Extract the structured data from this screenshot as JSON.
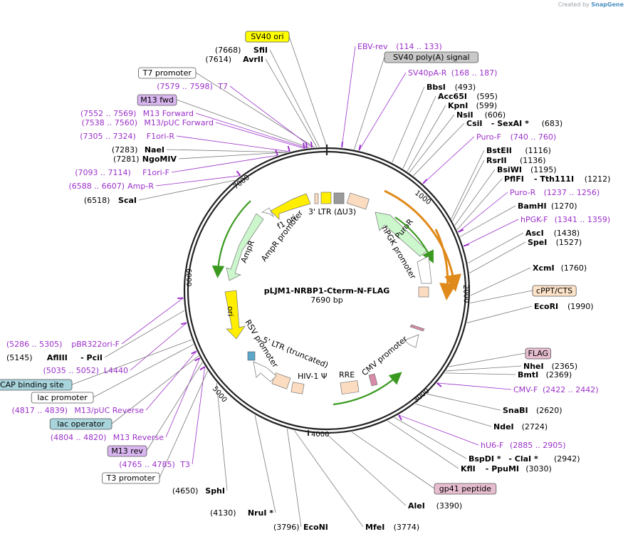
{
  "credit": {
    "prefix": "Created by",
    "brand": "SnapGene"
  },
  "plasmid": {
    "name": "pLJM1-NRBP1-Cterm-N-FLAG",
    "length_label": "7690 bp",
    "length": 7690
  },
  "ticks": [
    "1000",
    "2000",
    "3000",
    "4000",
    "5000",
    "6000",
    "7000"
  ],
  "colors": {
    "primer": "#9b30c9",
    "site": "#000000",
    "backbone": "#222222"
  },
  "labels_right": [
    {
      "kind": "primer",
      "range": "(114 .. 133)",
      "name": "EBV-rev",
      "order": "name-first"
    },
    {
      "kind": "box",
      "name": "SV40 poly(A) signal",
      "fill": "#c8c8c8"
    },
    {
      "kind": "primer",
      "range": "(168 .. 187)",
      "name": "SV40pA-R",
      "order": "name-first"
    },
    {
      "kind": "site",
      "name": "BbsI",
      "pos": "(493)"
    },
    {
      "kind": "site",
      "name": "Acc65I",
      "pos": "(595)"
    },
    {
      "kind": "site",
      "name": "KpnI",
      "pos": "(599)"
    },
    {
      "kind": "site",
      "name": "NsiI",
      "pos": "(606)"
    },
    {
      "kind": "site2",
      "name": "CsiI",
      "name2": "SexAI *",
      "pos": "(683)"
    },
    {
      "kind": "primer",
      "name": "Puro-F",
      "range": "(740 .. 760)",
      "order": "name-first"
    },
    {
      "kind": "site",
      "name": "BstEII",
      "pos": "(1116)"
    },
    {
      "kind": "site",
      "name": "RsrII",
      "pos": "(1136)"
    },
    {
      "kind": "site",
      "name": "BsiWI",
      "pos": "(1195)"
    },
    {
      "kind": "site2",
      "name": "PflFI",
      "name2": "Tth111I",
      "pos": "(1212)"
    },
    {
      "kind": "primer",
      "name": "Puro-R",
      "range": "(1237 .. 1256)",
      "order": "name-first"
    },
    {
      "kind": "site",
      "name": "BamHI",
      "pos": "(1270)"
    },
    {
      "kind": "primer",
      "name": "hPGK-F",
      "range": "(1341 .. 1359)",
      "order": "name-first"
    },
    {
      "kind": "site",
      "name": "AscI",
      "pos": "(1438)"
    },
    {
      "kind": "site",
      "name": "SpeI",
      "pos": "(1527)"
    },
    {
      "kind": "site",
      "name": "XcmI",
      "pos": "(1760)"
    },
    {
      "kind": "box",
      "name": "cPPT/CTS",
      "fill": "#fde3c8"
    },
    {
      "kind": "site",
      "name": "EcoRI",
      "pos": "(1990)"
    },
    {
      "kind": "box",
      "name": "FLAG",
      "fill": "#e7bdd0"
    },
    {
      "kind": "site",
      "name": "NheI",
      "pos": "(2365)"
    },
    {
      "kind": "site",
      "name": "BmtI",
      "pos": "(2369)"
    },
    {
      "kind": "primer",
      "name": "CMV-F",
      "range": "(2422 .. 2442)",
      "order": "name-first"
    },
    {
      "kind": "site",
      "name": "SnaBI",
      "pos": "(2620)"
    },
    {
      "kind": "site",
      "name": "NdeI",
      "pos": "(2724)"
    },
    {
      "kind": "primer",
      "name": "hU6-F",
      "range": "(2885 .. 2905)",
      "order": "name-first"
    },
    {
      "kind": "site2",
      "name": "BspDI *",
      "name2": "ClaI *",
      "pos": "(2942)"
    },
    {
      "kind": "site2",
      "name": "KflI",
      "name2": "PpuMI",
      "pos": "(3030)"
    },
    {
      "kind": "box",
      "name": "gp41 peptide",
      "fill": "#e7bdd0"
    },
    {
      "kind": "site",
      "name": "AleI",
      "pos": "(3390)"
    },
    {
      "kind": "site",
      "name": "MfeI",
      "pos": "(3774)"
    },
    {
      "kind": "site",
      "name": "EcoNI",
      "pos": "(3796)",
      "order": "pos-first"
    }
  ],
  "labels_left": [
    {
      "kind": "box",
      "name": "SV40 ori",
      "fill": "#ffff00"
    },
    {
      "kind": "site",
      "name": "SfiI",
      "pos": "(7668)"
    },
    {
      "kind": "site",
      "name": "AvrII",
      "pos": "(7614)"
    },
    {
      "kind": "box",
      "name": "T7 promoter",
      "fill": "#ffffff"
    },
    {
      "kind": "primer",
      "name": "T7",
      "range": "(7579 .. 7598)"
    },
    {
      "kind": "box",
      "name": "M13 fwd",
      "fill": "#d9b6f0"
    },
    {
      "kind": "primer",
      "name": "M13 Forward",
      "range": "(7552 .. 7569)"
    },
    {
      "kind": "primer",
      "name": "M13/pUC Forward",
      "range": "(7538 .. 7560)"
    },
    {
      "kind": "primer",
      "name": "F1ori-R",
      "range": "(7305 .. 7324)"
    },
    {
      "kind": "site",
      "name": "NaeI",
      "pos": "(7283)"
    },
    {
      "kind": "site",
      "name": "NgoMIV",
      "pos": "(7281)"
    },
    {
      "kind": "primer",
      "name": "F1ori-F",
      "range": "(7093 .. 7114)"
    },
    {
      "kind": "primer",
      "name": "Amp-R",
      "range": "(6588 .. 6607)"
    },
    {
      "kind": "site",
      "name": "ScaI",
      "pos": "(6518)"
    },
    {
      "kind": "primer",
      "name": "pBR322ori-F",
      "range": "(5286 .. 5305)"
    },
    {
      "kind": "site2",
      "name": "AflIII",
      "name2": "PciI",
      "pos": "(5145)"
    },
    {
      "kind": "primer",
      "name": "L4440",
      "range": "(5035 .. 5052)"
    },
    {
      "kind": "box",
      "name": "CAP binding site",
      "fill": "#a8d4dc"
    },
    {
      "kind": "box",
      "name": "lac promoter",
      "fill": "#ffffff"
    },
    {
      "kind": "primer",
      "name": "M13/pUC Reverse",
      "range": "(4817 .. 4839)"
    },
    {
      "kind": "box",
      "name": "lac operator",
      "fill": "#a8d4dc"
    },
    {
      "kind": "primer",
      "name": "M13 Reverse",
      "range": "(4804 .. 4820)"
    },
    {
      "kind": "box",
      "name": "M13 rev",
      "fill": "#d9b6f0"
    },
    {
      "kind": "primer",
      "name": "T3",
      "range": "(4765 .. 4785)"
    },
    {
      "kind": "box",
      "name": "T3 promoter",
      "fill": "#ffffff"
    },
    {
      "kind": "site",
      "name": "SphI",
      "pos": "(4650)"
    },
    {
      "kind": "site",
      "name": "NruI *",
      "pos": "(4130)"
    }
  ],
  "features": [
    {
      "name": "SV40 ori",
      "color": "#ffee00",
      "kind": "box",
      "label": ""
    },
    {
      "name": "SV40 poly(A) signal",
      "color": "#9a9a9a",
      "kind": "box",
      "label": ""
    },
    {
      "name": "3' LTR (ΔU3)",
      "color": "#fcdcc0",
      "kind": "box",
      "label": "3' LTR (ΔU3)"
    },
    {
      "name": "PuroR",
      "color": "#ccf7cc",
      "kind": "arrow",
      "label": "PuroR"
    },
    {
      "name": "hPGK promoter",
      "color": "#ffffff",
      "kind": "arrow",
      "label": "hPGK promoter"
    },
    {
      "name": "cPPT/CTS",
      "color": "#fcdcc0",
      "kind": "box",
      "label": ""
    },
    {
      "name": "FLAG",
      "color": "#d88aa8",
      "kind": "box",
      "label": ""
    },
    {
      "name": "CMV promoter",
      "color": "#ffffff",
      "kind": "arrow",
      "label": "CMV promoter"
    },
    {
      "name": "gp41 peptide",
      "color": "#d88aa8",
      "kind": "box",
      "label": ""
    },
    {
      "name": "RRE",
      "color": "#fcdcc0",
      "kind": "box",
      "label": "RRE"
    },
    {
      "name": "HIV-1 Ψ",
      "color": "#fcdcc0",
      "kind": "box",
      "label": "HIV-1 Ψ"
    },
    {
      "name": "5' LTR (truncated)",
      "color": "#fcdcc0",
      "kind": "box",
      "label": "5' LTR (truncated)"
    },
    {
      "name": "RSV promoter",
      "color": "#ffffff",
      "kind": "arrow",
      "label": "RSV promoter"
    },
    {
      "name": "ori",
      "color": "#ffee00",
      "kind": "arrow",
      "label": "ori"
    },
    {
      "name": "AmpR",
      "color": "#ccf7cc",
      "kind": "arrow",
      "label": "AmpR"
    },
    {
      "name": "AmpR promoter",
      "color": "#ffffff",
      "kind": "arrow",
      "label": "AmpR promoter"
    },
    {
      "name": "f1 ori",
      "color": "#ffee00",
      "kind": "arrow",
      "label": "f1 ori"
    }
  ]
}
